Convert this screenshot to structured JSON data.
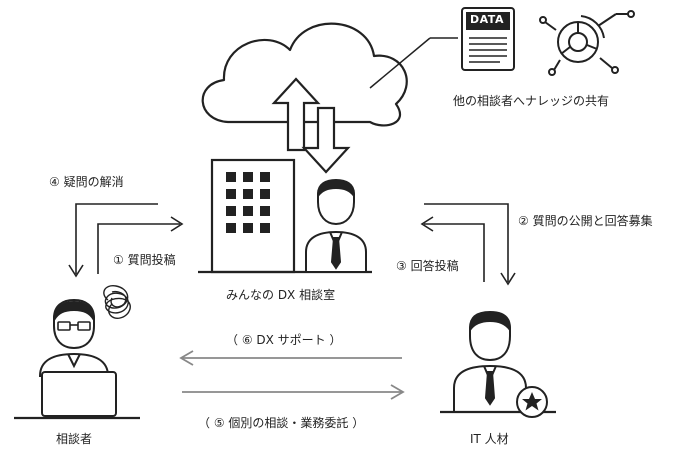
{
  "labels": {
    "share": "他の相談者へナレッジの共有",
    "resolve": "④ 疑問の解消",
    "question_post": "① 質問投稿",
    "platform": "みんなの DX 相談室",
    "publish": "② 質問の公開と回答募集",
    "answer_post": "③ 回答投稿",
    "dx_support": "（ ⑥ DX サポート ）",
    "consulting": "（ ⑤ 個別の相談・業務委託 ）",
    "consultant": "相談者",
    "it_talent": "IT 人材",
    "data_doc": "DATA"
  },
  "colors": {
    "line": "#222222",
    "gray_arrow": "#888888",
    "background": "#ffffff"
  }
}
